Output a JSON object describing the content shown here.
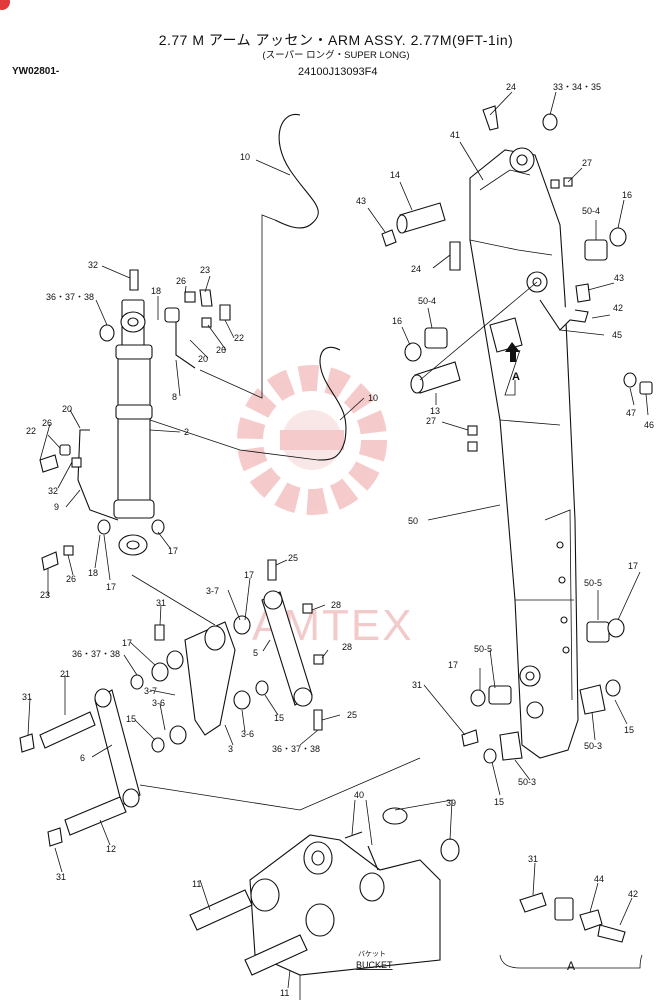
{
  "header": {
    "title": "2.77 M アーム アッセン・ARM ASSY. 2.77M(9FT-1in)",
    "subtitle": "(スーパー ロング・SUPER LONG)",
    "doc_code": "YW02801-",
    "part_number": "24100J13093F4"
  },
  "watermark": {
    "text": "AMTEX",
    "color": "#e9a0a0"
  },
  "detail_view": {
    "arrow_label": "A",
    "view_label": "A"
  },
  "bucket": {
    "label_jp": "バケット",
    "label": "BUCKET"
  },
  "callouts": {
    "c24a": "24",
    "c33": "33・34・35",
    "c41": "41",
    "c27a": "27",
    "c14": "14",
    "c43a": "43",
    "c16a": "16",
    "c50_4a": "50-4",
    "c24b": "24",
    "c43b": "43",
    "c50_4b": "50-4",
    "c42a": "42",
    "c16b": "16",
    "c45": "45",
    "c13": "13",
    "c47": "47",
    "c46": "46",
    "c27b": "27",
    "c50": "50",
    "c10a": "10",
    "c32a": "32",
    "c18a": "18",
    "c26a": "26",
    "c23a": "23",
    "c36a": "36・37・38",
    "c22a": "22",
    "c26b": "26",
    "c20a": "20",
    "c8": "8",
    "c10b": "10",
    "c2": "2",
    "c20b": "20",
    "c26c": "26",
    "c22b": "22",
    "c32b": "32",
    "c9": "9",
    "c17a": "17",
    "c18b": "18",
    "c17b": "17",
    "c23b": "23",
    "c26d": "26",
    "c25a": "25",
    "c17c": "17",
    "c3_7a": "3-7",
    "c28a": "28",
    "c31a": "31",
    "c5": "5",
    "c28b": "28",
    "c17d": "17",
    "c36b": "36・37・38",
    "c3_7b": "3-7",
    "c21": "21",
    "c3_6a": "3-6",
    "c31b": "31",
    "c15a": "15",
    "c3": "3",
    "c3_6b": "3-6",
    "c15b": "15",
    "c25b": "25",
    "c36c": "36・37・38",
    "c6": "6",
    "c12": "12",
    "c31c": "31",
    "c17e": "17",
    "c31d": "31",
    "c50_5a": "50-5",
    "c50_5b": "50-5",
    "c17f": "17",
    "c15c": "15",
    "c50_3a": "50-3",
    "c15d": "15",
    "c50_3b": "50-3",
    "c40": "40",
    "c39": "39",
    "c11a": "11",
    "c11b": "11",
    "c31e": "31",
    "c44": "44",
    "c42b": "42"
  }
}
